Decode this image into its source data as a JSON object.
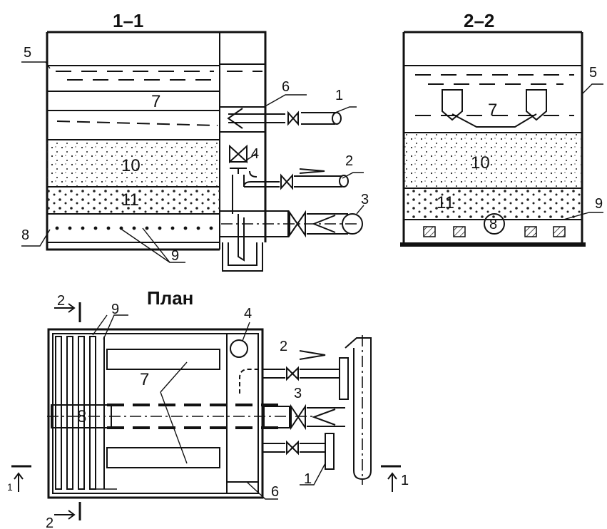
{
  "section_1": {
    "title": "1–1",
    "labels": {
      "wall": "5",
      "pipe_1": "1",
      "pipe_2": "2",
      "pipe_3": "3",
      "valve_4": "4",
      "pocket_6": "6",
      "trough_7": "7",
      "collector_8": "8",
      "laterals_9": "9",
      "filter_layer_10": "10",
      "support_layer_11": "11"
    }
  },
  "section_2": {
    "title": "2–2",
    "labels": {
      "wall": "5",
      "trough_7": "7",
      "collector_8": "8",
      "laterals_9": "9",
      "filter_layer_10": "10",
      "support_layer_11": "11"
    }
  },
  "plan": {
    "title": "План",
    "labels": {
      "pipe_1": "1",
      "pipe_2": "2",
      "pipe_3": "3",
      "valve_4": "4",
      "pocket_6": "6",
      "trough_7": "7",
      "collector_8": "8",
      "laterals_9": "9",
      "cut_2_top": "2",
      "cut_2_bottom": "2",
      "cut_1_left": "1",
      "cut_1_right": "1"
    }
  }
}
